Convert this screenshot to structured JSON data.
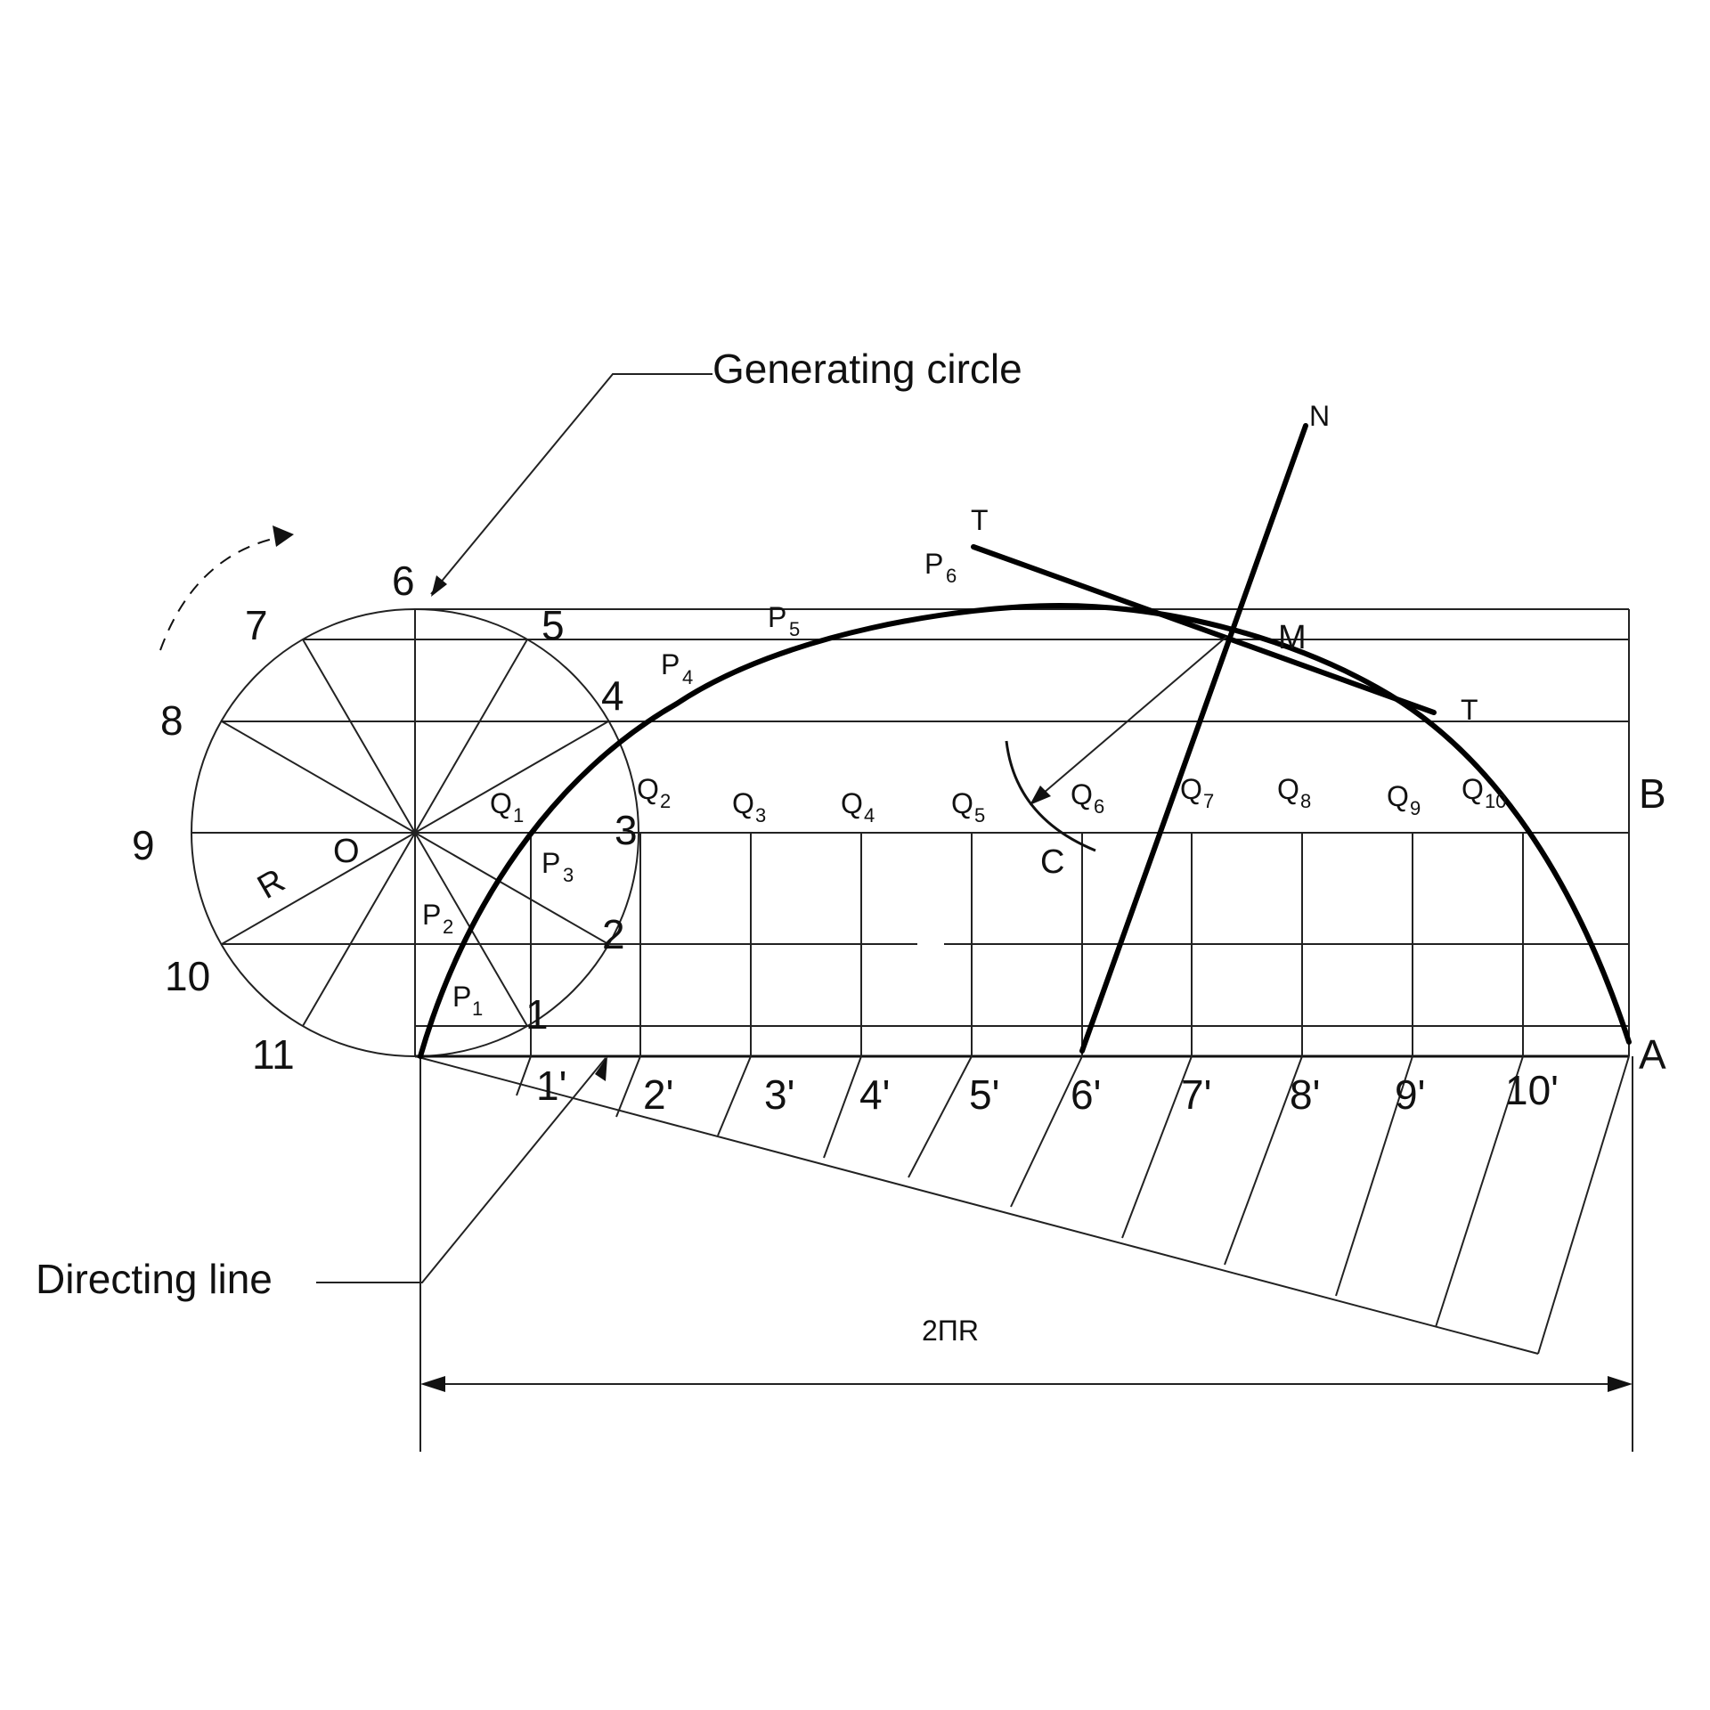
{
  "callouts": {
    "generating_circle": "Generating circle",
    "directing_line": "Directing line"
  },
  "dimension": "2ΠR",
  "circle_division_labels": [
    "1",
    "2",
    "3",
    "4",
    "5",
    "6",
    "7",
    "8",
    "9",
    "10",
    "11"
  ],
  "center_label": "O",
  "radius_label": "R",
  "base_division_labels": [
    "1'",
    "2'",
    "3'",
    "4'",
    "5'",
    "6'",
    "7'",
    "8'",
    "9'",
    "10'"
  ],
  "end_labels": {
    "a": "A",
    "b": "B",
    "c": "C",
    "m": "M",
    "n": "N"
  },
  "tangent_label": "T",
  "p_labels": [
    "P",
    "P",
    "P",
    "P",
    "P",
    "P"
  ],
  "p_subscripts": [
    "1",
    "2",
    "3",
    "4",
    "5",
    "6"
  ],
  "q_labels": [
    "Q",
    "Q",
    "Q",
    "Q",
    "Q",
    "Q",
    "Q",
    "Q",
    "Q",
    "Q"
  ],
  "q_subscripts": [
    "1",
    "2",
    "3",
    "4",
    "5",
    "6",
    "7",
    "8",
    "9",
    "10"
  ]
}
